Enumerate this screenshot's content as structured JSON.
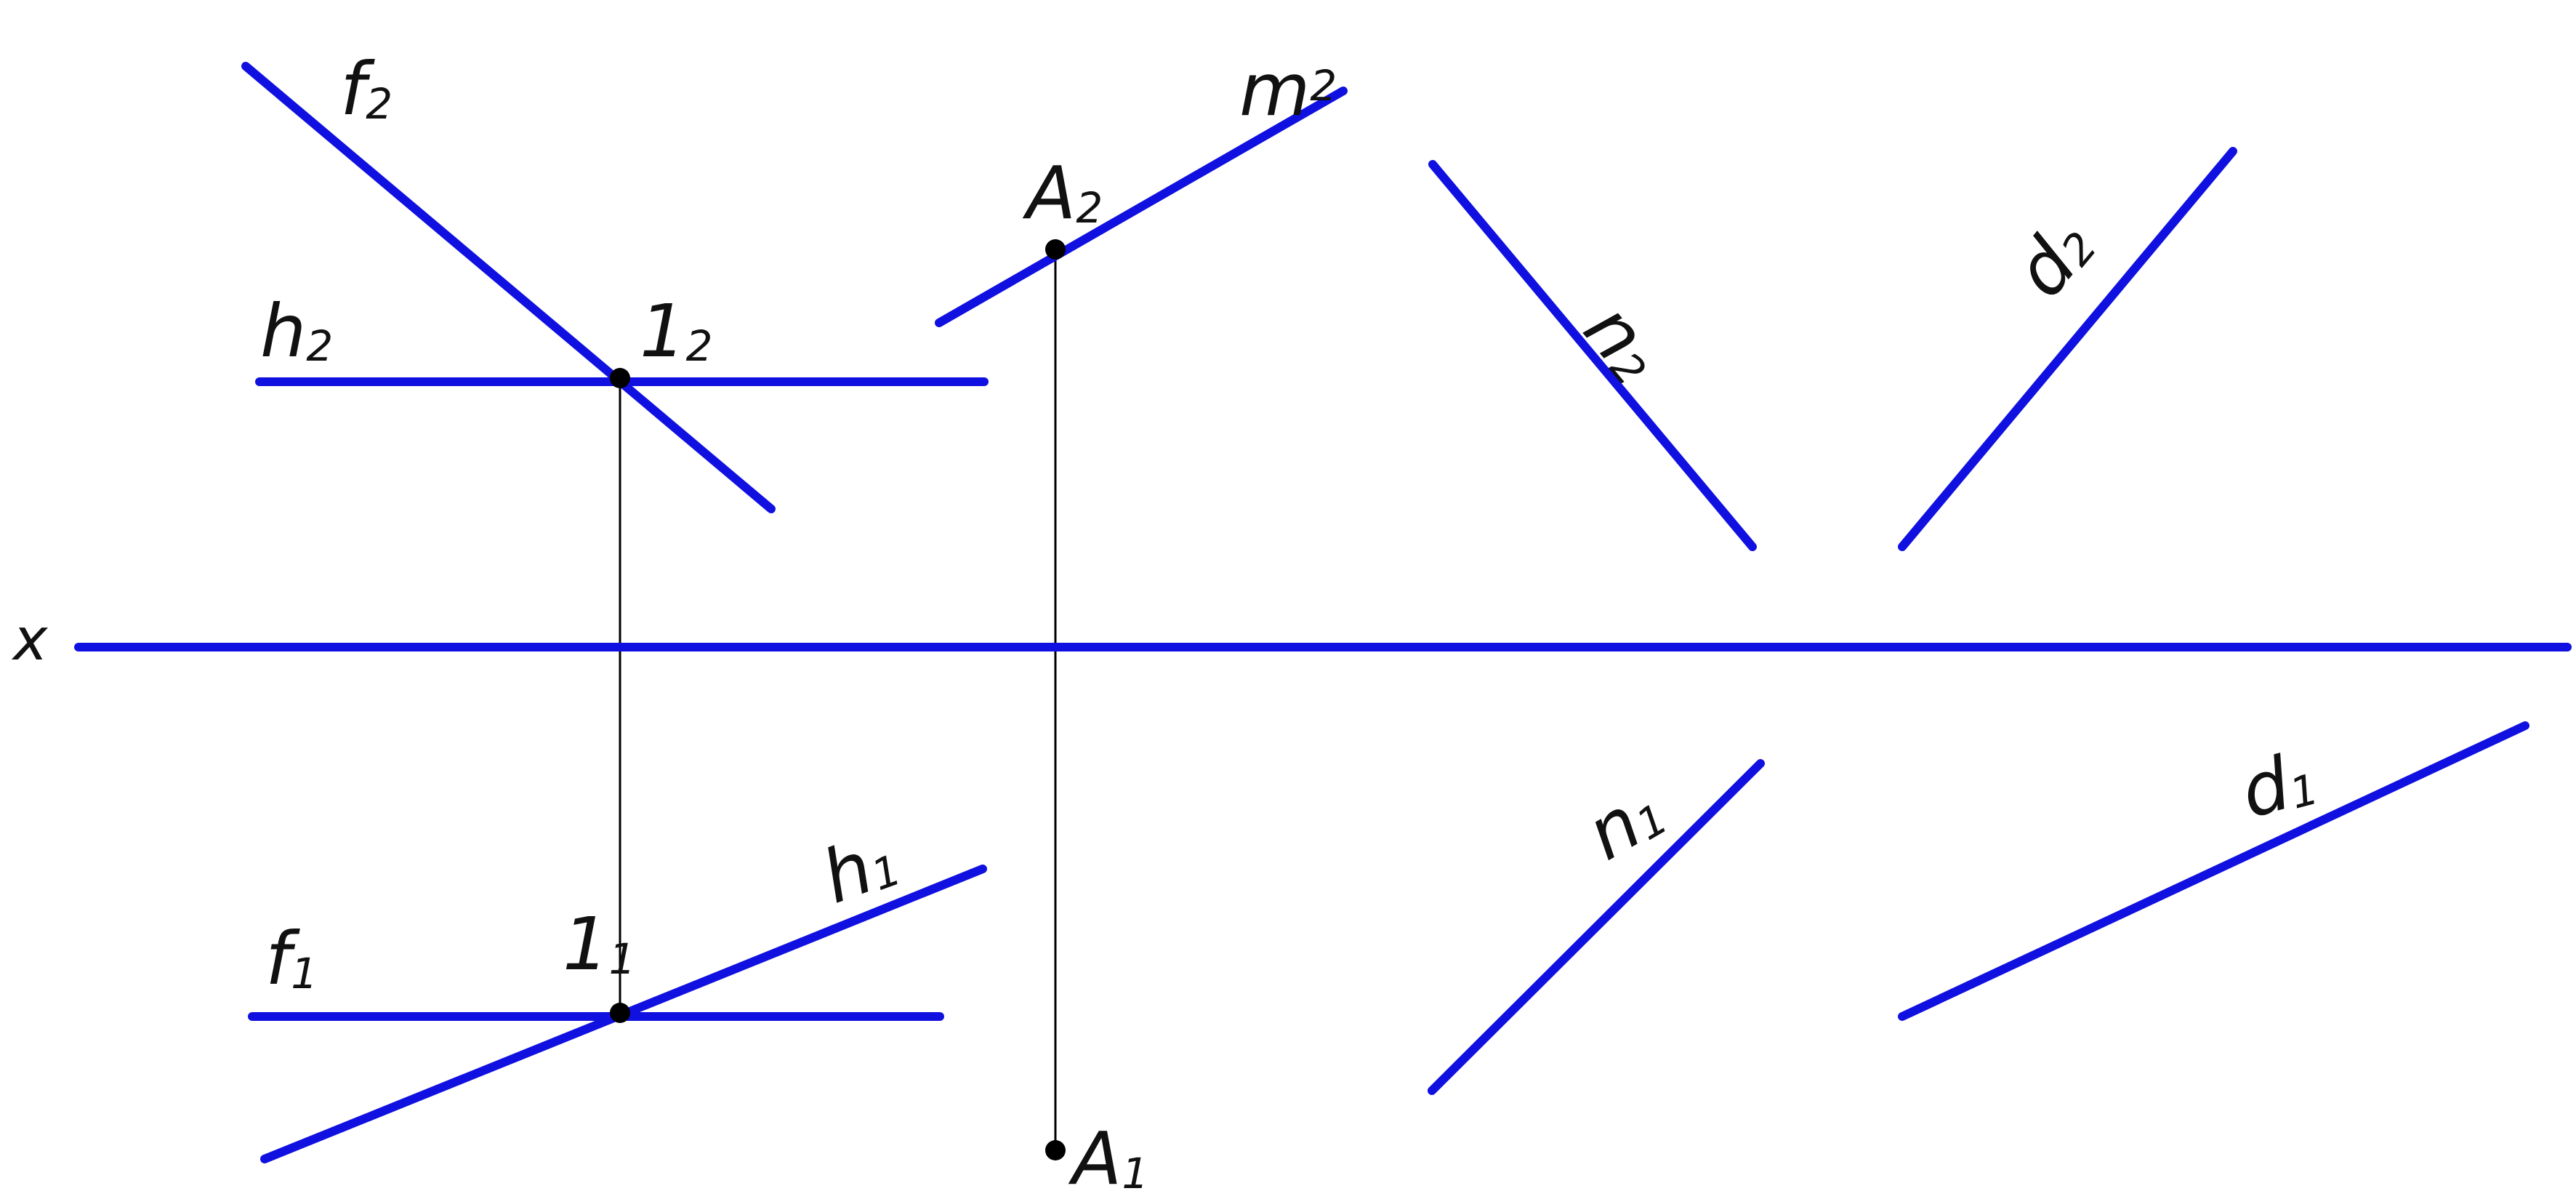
{
  "labels": {
    "f2": {
      "main": "f",
      "sub": "2"
    },
    "h2": {
      "main": "h",
      "sub": "2"
    },
    "p12": {
      "main": "1",
      "sub": "2"
    },
    "A2": {
      "main": "A",
      "sub": "2"
    },
    "m2": {
      "main": "m",
      "sub": "2"
    },
    "n2": {
      "main": "n",
      "sub": "2"
    },
    "d2": {
      "main": "d",
      "sub": "2"
    },
    "x": "x",
    "f1": {
      "main": "f",
      "sub": "1"
    },
    "p11": {
      "main": "1",
      "sub": "1"
    },
    "h1": {
      "main": "h",
      "sub": "1"
    },
    "A1": {
      "main": "A",
      "sub": "1"
    },
    "n1": {
      "main": "n",
      "sub": "1"
    },
    "d1": {
      "main": "d",
      "sub": "1"
    }
  },
  "colors": {
    "line": "#1010e0",
    "projection": "#000000",
    "point": "#000000"
  }
}
